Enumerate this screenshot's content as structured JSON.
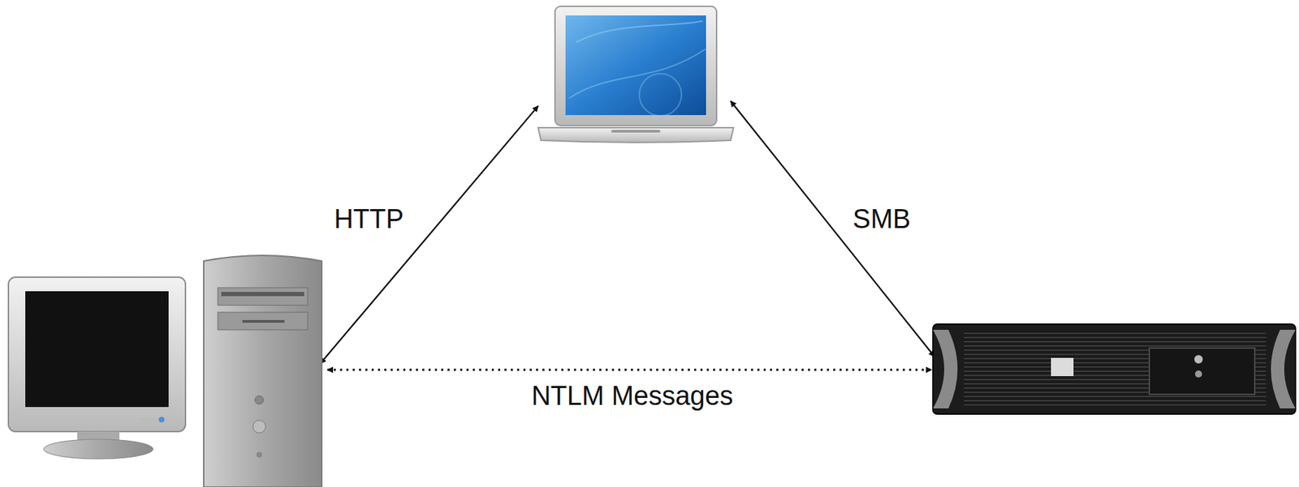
{
  "diagram": {
    "labels": [
      "HTTP",
      "SMB",
      "NTLM Messages"
    ]
  }
}
